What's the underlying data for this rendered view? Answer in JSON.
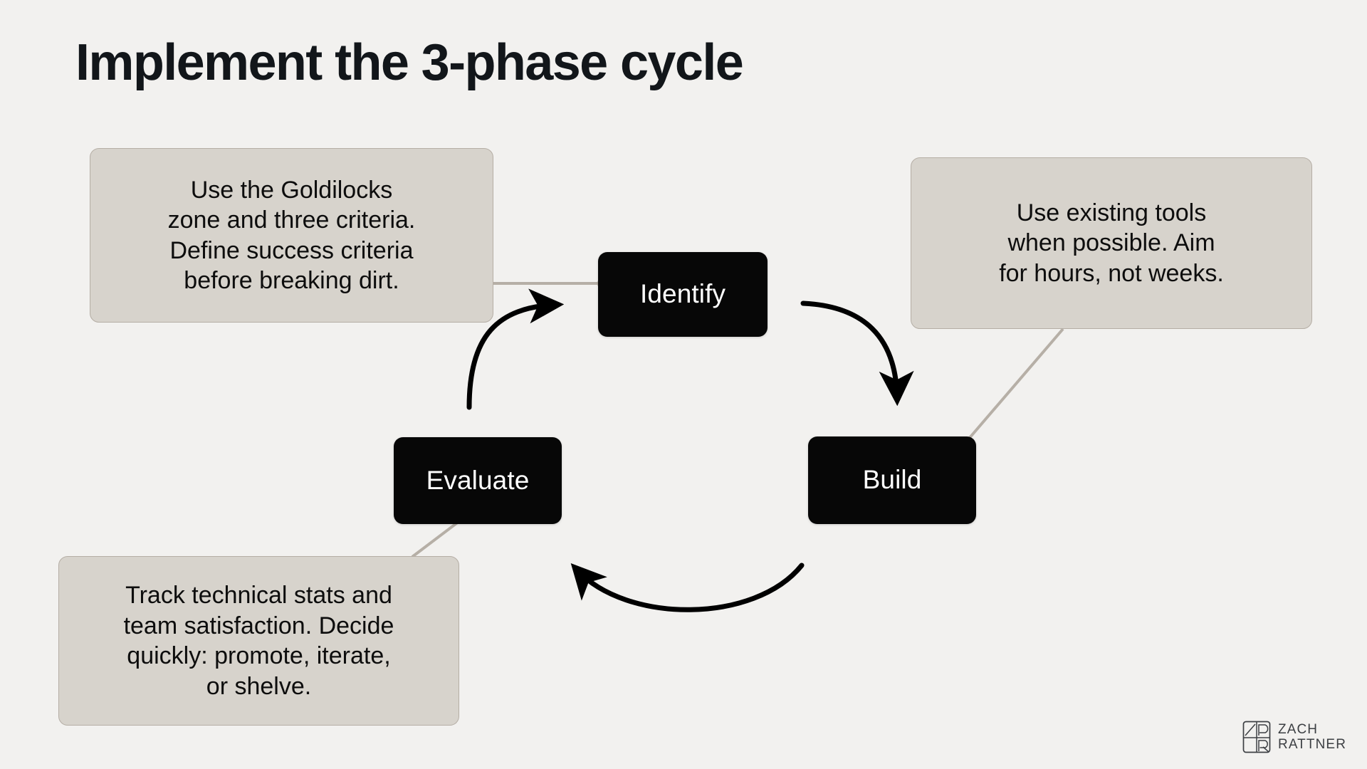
{
  "slide": {
    "title": "Implement the 3-phase cycle",
    "background_color": "#f2f1ef",
    "title_color": "#12161a"
  },
  "colors": {
    "background": "#f2f1ef",
    "node_fill": "#070707",
    "node_text": "#ffffff",
    "callout_fill": "#d7d3cc",
    "callout_border": "#b5aea5",
    "connector_line": "#b6afa6",
    "connector_dot": "#a9a298",
    "arrow": "#000000",
    "logo": "#3c3f43"
  },
  "diagram": {
    "type": "cycle",
    "nodes": [
      {
        "id": "identify",
        "label": "Identify"
      },
      {
        "id": "build",
        "label": "Build"
      },
      {
        "id": "evaluate",
        "label": "Evaluate"
      }
    ],
    "flow": [
      {
        "from": "evaluate",
        "to": "identify"
      },
      {
        "from": "identify",
        "to": "build"
      },
      {
        "from": "build",
        "to": "evaluate"
      }
    ],
    "callouts": [
      {
        "id": "callout-identify",
        "attached_to": "identify",
        "text": "Use the Goldilocks\nzone and three criteria.\nDefine success criteria\nbefore breaking dirt."
      },
      {
        "id": "callout-build",
        "attached_to": "build",
        "text": "Use existing tools\nwhen possible. Aim\nfor hours, not weeks."
      },
      {
        "id": "callout-evaluate",
        "attached_to": "evaluate",
        "text": "Track technical stats and\nteam satisfaction. Decide\nquickly: promote, iterate,\nor shelve."
      }
    ]
  },
  "brand": {
    "name": "ZACH\nRATTNER",
    "mark": "zr-monogram-icon"
  }
}
